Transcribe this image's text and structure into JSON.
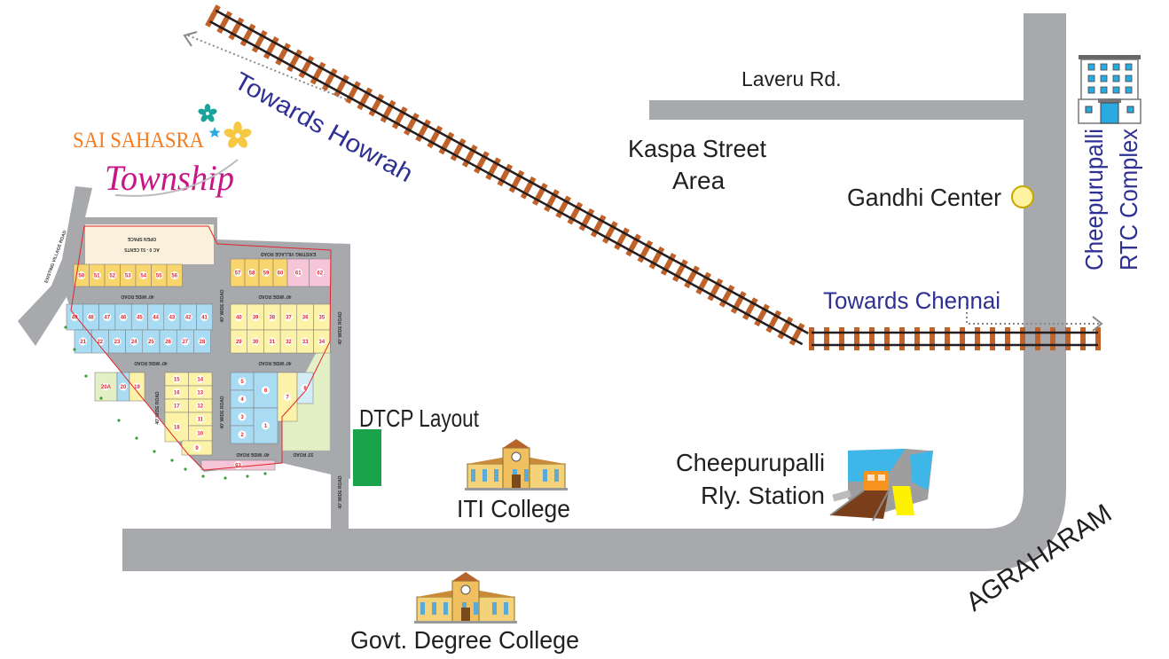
{
  "logo": {
    "line1": "SAI SAHASRA",
    "line2": "Township"
  },
  "labels": {
    "laveru_rd": "Laveru Rd.",
    "kaspa_street_1": "Kaspa Street",
    "kaspa_street_2": "Area",
    "gandhi_center": "Gandhi Center",
    "towards_howrah": "Towards Howrah",
    "towards_chennai": "Towards Chennai",
    "rtc_1": "Cheepurupalli",
    "rtc_2": "RTC Complex",
    "dtcp_layout": "DTCP Layout",
    "iti_college": "ITI College",
    "rly_station_1": "Cheepurupalli",
    "rly_station_2": "Rly. Station",
    "govt_degree_college": "Govt. Degree College",
    "agraharam": "AGRAHARAM"
  },
  "layout": {
    "open_space_1": "OPEN SPACE",
    "open_space_2": "AC 0 - 51 CENTS",
    "existing_village_road": "EXISTING VILLAGE ROAD",
    "wide_road": "40' WIDE ROAD",
    "road_33": "33' ROAD",
    "plots": {
      "top_left": [
        "50",
        "51",
        "52",
        "53",
        "54",
        "55",
        "56"
      ],
      "top_right": [
        "57",
        "58",
        "59",
        "60",
        "61",
        "62"
      ],
      "blue_row1": [
        "49",
        "48",
        "47",
        "46",
        "45",
        "44",
        "43",
        "42",
        "41"
      ],
      "blue_row2": [
        "21",
        "22",
        "23",
        "24",
        "25",
        "26",
        "27",
        "28"
      ],
      "yellow_row1": [
        "40",
        "39",
        "38",
        "37",
        "36",
        "35"
      ],
      "yellow_row2": [
        "29",
        "30",
        "31",
        "32",
        "33",
        "34"
      ],
      "lower_left": [
        "20A",
        "20",
        "19"
      ],
      "mid_left": [
        "15",
        "14",
        "16",
        "13",
        "17",
        "12",
        "18",
        "11",
        "10",
        "9"
      ],
      "blue_low": [
        "5",
        "6",
        "4",
        "3",
        "1",
        "2"
      ],
      "tall": [
        "7",
        "8"
      ],
      "bottom": [
        "63"
      ]
    }
  },
  "colors": {
    "road": "#a7a9ac",
    "rail_tie": "#c0622a",
    "navy": "#2e3192",
    "dtcp_green": "#1aa34a",
    "plot_yellow": "#f9d56e",
    "plot_lightyellow": "#fdf3a8",
    "plot_blue": "#a9dcf3",
    "plot_pink": "#f6c6d8",
    "plot_green": "#e3efc4"
  }
}
